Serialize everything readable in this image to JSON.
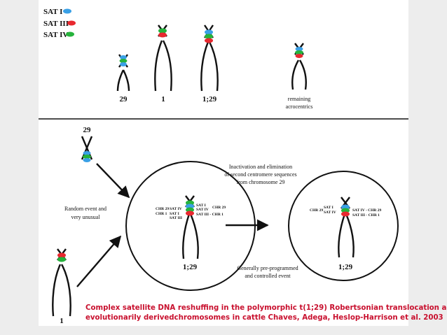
{
  "legend": {
    "items": [
      {
        "label": "SAT I",
        "color": "#3aa0e6"
      },
      {
        "label": "SAT III",
        "color": "#e8282f"
      },
      {
        "label": "SAT IV",
        "color": "#26b33c"
      }
    ]
  },
  "top_panel": {
    "chromosome_labels": [
      "29",
      "1",
      "1;29"
    ],
    "remaining_label_line1": "remaining",
    "remaining_label_line2": "acrocentrics"
  },
  "bottom_panel": {
    "chr29_label": "29",
    "chr1_label": "1",
    "random_event_line1": "Random event and",
    "random_event_line2": "very unusual",
    "inactivation_line1": "Inactivation and elimination",
    "inactivation_line2": "of second centromere sequences",
    "inactivation_line3": "from chromosome 29",
    "preprogrammed_line1": "Generally pre-programmed",
    "preprogrammed_line2": "and controlled event",
    "circle1": {
      "chrom_label": "1;29",
      "left_chr29": "CHR 29",
      "left_chr1": "CHR 1",
      "left_sat_iv": "SAT IV",
      "left_sat_i": "SAT I",
      "left_sat_iii": "SAT III",
      "right_sat_i": "SAT I",
      "right_sat_iv": "SAT IV",
      "right_sat_iii": "SAT III - CHR 1",
      "right_chr29": "CHR 29"
    },
    "circle2": {
      "chrom_label": "1;29",
      "left_chr29": "CHR 29",
      "left_sat_i": "SAT I",
      "left_sat_iv": "SAT IV",
      "right_line1": "SAT IV - CHR 29",
      "right_line2": "SAT III - CHR 1"
    }
  },
  "caption": {
    "line1": "Complex satellite DNA reshuffing in the polymorphic t(1;29) Robertsonian translocation and",
    "line2": "evolutionarily derivedchromosomes in cattle Chaves, Adega, Heslop-Harrison et al. 2003"
  }
}
